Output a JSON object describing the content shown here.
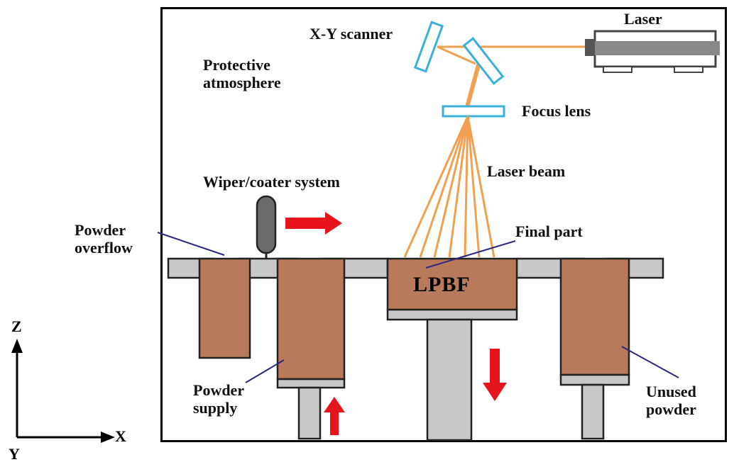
{
  "labels": {
    "laser": "Laser",
    "xy_scanner": "X-Y scanner",
    "protective_line1": "Protective",
    "protective_line2": "atmosphere",
    "focus_lens": "Focus lens",
    "laser_beam": "Laser beam",
    "wiper": "Wiper/coater system",
    "overflow_line1": "Powder",
    "overflow_line2": "overflow",
    "final_part": "Final part",
    "part_text": "LPBF",
    "supply_line1": "Powder",
    "supply_line2": "supply",
    "unused_line1": "Unused",
    "unused_line2": "powder"
  },
  "axes": {
    "z": "Z",
    "x": "X",
    "y": "Y"
  },
  "colors": {
    "powder": "#b87a5a",
    "plate": "#c8c8c8",
    "beam": "#f0a050",
    "arrow": "#e8141c",
    "pointer": "#2a2a80",
    "optics": "#3bb0d8"
  }
}
